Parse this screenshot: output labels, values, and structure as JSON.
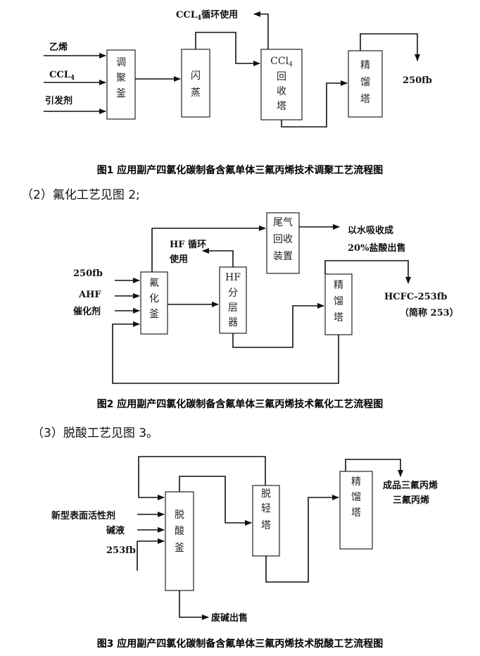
{
  "fig1": {
    "inputs": [
      "乙烯",
      "CCL",
      "引发剂"
    ],
    "ccl_sub": "4",
    "boxes": {
      "kettle": [
        "调",
        "聚",
        "釜"
      ],
      "flash": [
        "闪",
        "蒸"
      ],
      "recovery": [
        "CCl",
        "回",
        "收",
        "塔"
      ],
      "recovery_sub": "4",
      "rectifier": [
        "精",
        "馏",
        "塔"
      ]
    },
    "recycle_label": "CCL",
    "recycle_sub": "4",
    "recycle_rest": "循环使用",
    "product": "250fb",
    "caption": "图1 应用副产四氯化碳制备含氟单体三氟丙烯技术调聚工艺流程图"
  },
  "section2": "（2）氟化工艺见图 2;",
  "fig2": {
    "inputs": [
      "250fb",
      "AHF",
      "催化剂"
    ],
    "boxes": {
      "tail": [
        "尾气",
        "回收",
        "装置"
      ],
      "kettle": [
        "氟",
        "化",
        "釜"
      ],
      "separator": [
        "HF",
        "分",
        "层",
        "器"
      ],
      "rectifier": [
        "精",
        "馏",
        "塔"
      ]
    },
    "hf_recycle": [
      "HF 循环",
      "使用"
    ],
    "absorb": [
      "以水吸收成",
      "20%盐酸出售"
    ],
    "product": [
      "HCFC-253fb",
      "（简称 253）"
    ],
    "caption": "图2 应用副产四氯化碳制备含氟单体三氟丙烯技术氟化工艺流程图"
  },
  "section3": "（3）脱酸工艺见图 3。",
  "fig3": {
    "inputs": [
      "新型表面活性剂",
      "碱液",
      "253fb"
    ],
    "boxes": {
      "kettle": [
        "脱",
        "酸",
        "釜"
      ],
      "light": [
        "脱",
        "轻",
        "塔"
      ],
      "rectifier": [
        "精",
        "馏",
        "塔"
      ]
    },
    "product": [
      "成品三氟丙烯",
      "三氟丙烯"
    ],
    "waste": "废碱出售",
    "caption": "图3 应用副产四氯化碳制备含氟单体三氟丙烯技术脱酸工艺流程图"
  }
}
